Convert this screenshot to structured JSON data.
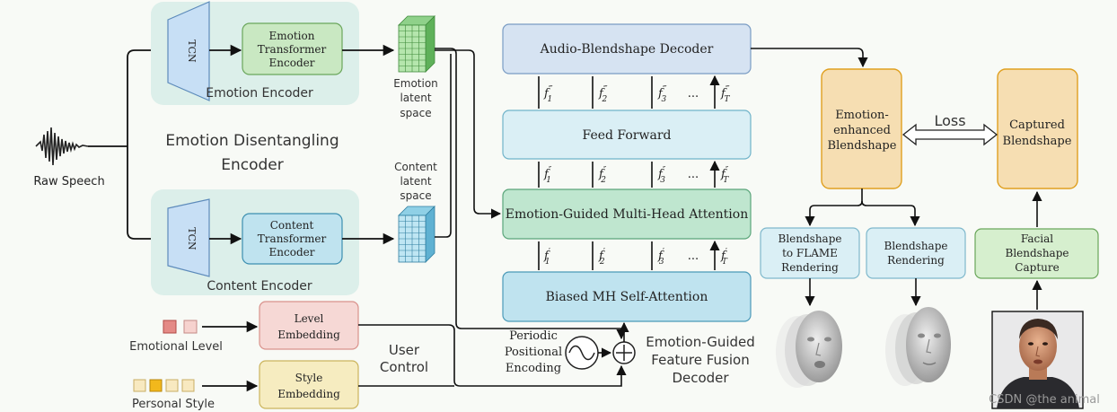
{
  "colors": {
    "background": "#f8faf6",
    "encoder_bg": "#dcefea",
    "emotion_green": "#c9e8c2",
    "content_blue": "#bfe3ef",
    "orange": "#f6deb2",
    "pink": "#f6d8d5",
    "yellow": "#f6ecc0",
    "decoder_lavender": "#d6e3f2",
    "decoder_lightblue": "#daeff5",
    "decoder_green": "#bfe6cf",
    "arrow": "#111111"
  },
  "left": {
    "raw_speech": "Raw Speech",
    "emotion_disentangling_line1": "Emotion Disentangling",
    "emotion_disentangling_line2": "Encoder",
    "emotion_encoder": {
      "tcn": "TCN",
      "transformer_lines": [
        "Emotion",
        "Transformer",
        "Encoder"
      ],
      "label": "Emotion Encoder"
    },
    "content_encoder": {
      "tcn": "TCN",
      "transformer_lines": [
        "Content",
        "Transformer",
        "Encoder"
      ],
      "label": "Content Encoder"
    },
    "emotion_latent": [
      "Emotion",
      "latent",
      "space"
    ],
    "content_latent": [
      "Content",
      "latent",
      "space"
    ],
    "emotional_level": "Emotional Level",
    "personal_style": "Personal Style",
    "level_embedding": [
      "Level",
      "Embedding"
    ],
    "style_embedding": [
      "Style",
      "Embedding"
    ],
    "user_control": [
      "User",
      "Control"
    ]
  },
  "decoder": {
    "audio_blendshape": "Audio-Blendshape Decoder",
    "feed_forward": "Feed Forward",
    "emotion_guided_attention": "Emotion-Guided Multi-Head Attention",
    "biased_self_attention": "Biased MH Self-Attention",
    "periodic_encoding": [
      "Periodic",
      "Positional",
      "Encoding"
    ],
    "title": [
      "Emotion-Guided",
      "Feature Fusion",
      "Decoder"
    ],
    "feature_rows": [
      {
        "symbols": [
          "f",
          "f",
          "f",
          "f"
        ],
        "subs": [
          "1",
          "2",
          "3",
          "T"
        ],
        "prime": "‴",
        "ellipsis": "..."
      },
      {
        "symbols": [
          "f",
          "f",
          "f",
          "f"
        ],
        "subs": [
          "1",
          "2",
          "3",
          "T"
        ],
        "prime": "″",
        "ellipsis": "..."
      },
      {
        "symbols": [
          "f",
          "f",
          "f",
          "f"
        ],
        "subs": [
          "1",
          "2",
          "3",
          "T"
        ],
        "prime": "′",
        "ellipsis": "..."
      }
    ]
  },
  "right": {
    "emotion_enhanced": [
      "Emotion-",
      "enhanced",
      "Blendshape"
    ],
    "captured": [
      "Captured",
      "Blendshape"
    ],
    "loss": "Loss",
    "flame_rendering": [
      "Blendshape",
      "to FLAME",
      "Rendering"
    ],
    "blendshape_rendering": [
      "Blendshape",
      "Rendering"
    ],
    "facial_capture": [
      "Facial",
      "Blendshape",
      "Capture"
    ],
    "watermark": "CSDN @the animal"
  }
}
